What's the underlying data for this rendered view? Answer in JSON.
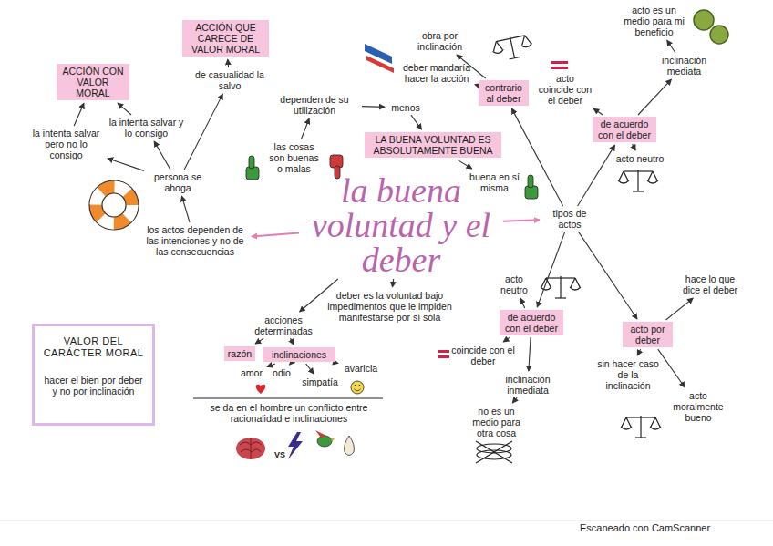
{
  "diagram": {
    "nodes": [
      {
        "text": [
          "la buena voluntad y el deber"
        ]
      },
      {
        "text": [
          "persona se ahoga"
        ]
      },
      {
        "text": [
          "ACCIÓN CON VALOR MORAL"
        ]
      },
      {
        "text": [
          "la intenta salvar pero no lo consigo"
        ]
      },
      {
        "text": [
          "la intenta salvar y lo consigo"
        ]
      },
      {
        "text": [
          "ACCIÓN QUE CARECE DE VALOR MORAL"
        ]
      },
      {
        "text": [
          "de casualidad la salvo"
        ]
      },
      {
        "text": [
          "los actos dependen de las intenciones y no de las consecuencias"
        ]
      },
      {
        "text": [
          "dependen de su utilización"
        ]
      },
      {
        "text": [
          "las cosas son buenas o malas"
        ]
      },
      {
        "text": [
          "menos"
        ]
      },
      {
        "text": [
          "LA BUENA VOLUNTAD ES ABSOLUTAMENTE BUENA"
        ]
      },
      {
        "text": [
          "buena en sí misma"
        ]
      },
      {
        "text": [
          "deber es la voluntad bajo impedimentos que le impiden manifestarse por sí sola"
        ]
      },
      {
        "text": [
          "acciones determinadas"
        ]
      },
      {
        "text": [
          "razón"
        ]
      },
      {
        "text": [
          "inclinaciones"
        ]
      },
      {
        "text": [
          "amor"
        ]
      },
      {
        "text": [
          "odio"
        ]
      },
      {
        "text": [
          "simpatía"
        ]
      },
      {
        "text": [
          "avaricia"
        ]
      },
      {
        "text": [
          "VALOR DEL CARÁCTER MORAL",
          "hacer el bien por deber y no por inclinación"
        ]
      },
      {
        "text": [
          "tipos de actos"
        ]
      },
      {
        "text": [
          "contrario al deber"
        ]
      },
      {
        "text": [
          "obra por inclinación"
        ]
      },
      {
        "text": [
          "deber mandaría hacer la acción"
        ]
      },
      {
        "text": [
          "acto coincide con el deber"
        ]
      },
      {
        "text": [
          "de acuerdo con el deber"
        ]
      },
      {
        "text": [
          "acto es un medio para mi beneficio"
        ]
      },
      {
        "text": [
          "inclinación mediata"
        ]
      },
      {
        "text": [
          "acto neutro"
        ]
      },
      {
        "text": [
          "acto neutro"
        ]
      },
      {
        "text": [
          "de acuerdo con el deber"
        ]
      },
      {
        "text": [
          "coincide con el deber"
        ]
      },
      {
        "text": [
          "inclinación inmediata"
        ]
      },
      {
        "text": [
          "no es un medio para otra cosa"
        ]
      },
      {
        "text": [
          "acto por deber"
        ]
      },
      {
        "text": [
          "hace lo que dice el deber"
        ]
      },
      {
        "text": [
          "sin hacer caso de la inclinación"
        ]
      },
      {
        "text": [
          "acto moralmente bueno"
        ]
      }
    ],
    "edges": [
      {
        "from": 1,
        "to": 3,
        "arrow": "to"
      },
      {
        "from": 1,
        "to": 4,
        "arrow": "to"
      },
      {
        "from": 3,
        "to": 2,
        "arrow": "to"
      },
      {
        "from": 4,
        "to": 2,
        "arrow": "to"
      },
      {
        "from": 1,
        "to": 6,
        "arrow": "to"
      },
      {
        "from": 6,
        "to": 5,
        "arrow": "to"
      },
      {
        "from": 7,
        "to": 1,
        "arrow": "to"
      },
      {
        "from": 0,
        "to": 7,
        "arrow": "to"
      },
      {
        "from": 9,
        "to": 8,
        "arrow": "to"
      },
      {
        "from": 8,
        "to": 10,
        "arrow": "to"
      },
      {
        "from": 10,
        "to": 11,
        "arrow": "to"
      },
      {
        "from": 11,
        "to": 12,
        "arrow": "to"
      },
      {
        "from": 0,
        "to": 13,
        "arrow": "to"
      },
      {
        "from": 0,
        "to": 14,
        "arrow": "to"
      },
      {
        "from": 14,
        "to": 15,
        "arrow": "to"
      },
      {
        "from": 14,
        "to": 16,
        "arrow": "to"
      },
      {
        "from": 16,
        "to": 17,
        "arrow": "to"
      },
      {
        "from": 16,
        "to": 18,
        "arrow": "to"
      },
      {
        "from": 16,
        "to": 19,
        "arrow": "to"
      },
      {
        "from": 16,
        "to": 20,
        "arrow": "to"
      },
      {
        "from": 0,
        "to": 22,
        "arrow": "to"
      },
      {
        "from": 22,
        "to": 23,
        "arrow": "to"
      },
      {
        "from": 23,
        "to": 24,
        "arrow": "to"
      },
      {
        "from": 23,
        "to": 25,
        "arrow": "to"
      },
      {
        "from": 22,
        "to": 27,
        "arrow": "to"
      },
      {
        "from": 27,
        "to": 26,
        "arrow": "to"
      },
      {
        "from": 27,
        "to": 29,
        "arrow": "to"
      },
      {
        "from": 29,
        "to": 28,
        "arrow": "to"
      },
      {
        "from": 27,
        "to": 30,
        "arrow": "to"
      },
      {
        "from": 22,
        "to": 32,
        "arrow": "to"
      },
      {
        "from": 32,
        "to": 31,
        "arrow": "to"
      },
      {
        "from": 32,
        "to": 33,
        "arrow": "to"
      },
      {
        "from": 32,
        "to": 34,
        "arrow": "to"
      },
      {
        "from": 34,
        "to": 35,
        "arrow": "to"
      },
      {
        "from": 22,
        "to": 36,
        "arrow": "to"
      },
      {
        "from": 36,
        "to": 37,
        "arrow": "to"
      },
      {
        "from": 36,
        "to": 38,
        "arrow": "to"
      },
      {
        "from": 36,
        "to": 39,
        "arrow": "to"
      }
    ],
    "labels": [
      "se da en el hombre un conflicto entre racionalidad e inclinaciones",
      "VS",
      "Escaneado con CamScanner"
    ]
  }
}
